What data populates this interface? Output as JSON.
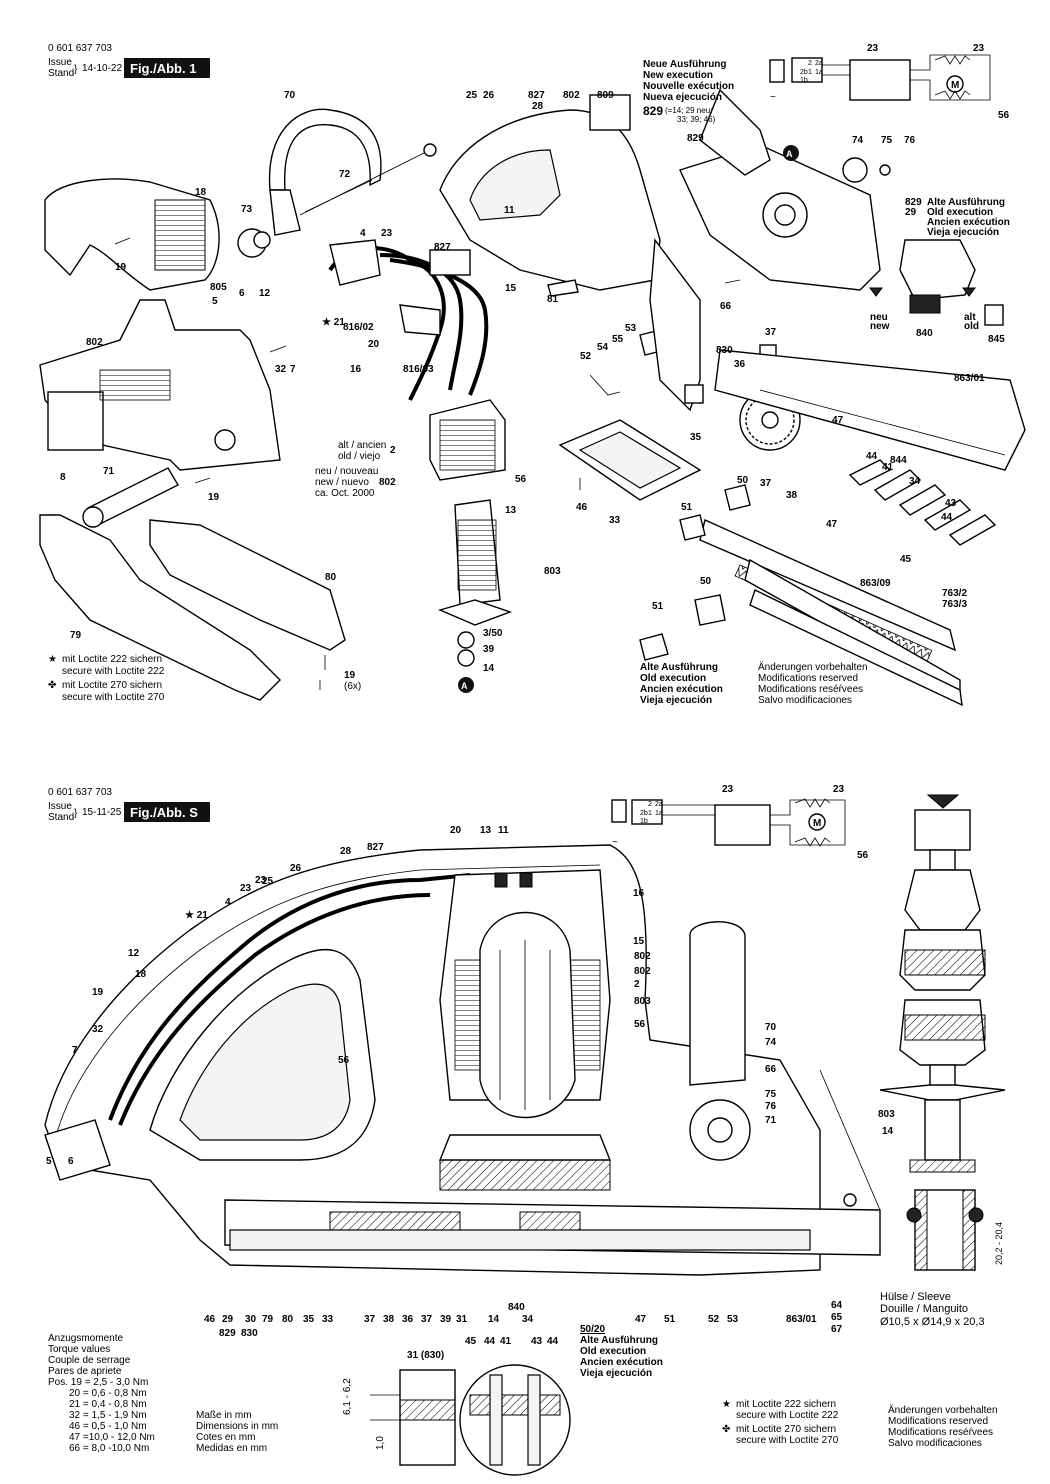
{
  "sheet1": {
    "part_number": "0 601 637 703",
    "issue_label": "Issue",
    "stand_label": "Stand",
    "issue_date": "14-10-22",
    "fig_label": "Fig./Abb. 1"
  },
  "sheet2": {
    "part_number": "0 601 637 703",
    "issue_label": "Issue",
    "stand_label": "Stand",
    "issue_date": "15-11-25",
    "fig_label": "Fig./Abb. S"
  },
  "new_execution": {
    "de": "Neue Ausführung",
    "en": "New execution",
    "fr": "Nouvelle exécution",
    "es": "Nueva ejecución",
    "ref_829": "829",
    "ref_829_note1": "(=14; 29 neu;",
    "ref_829_note2": "33; 39; 46)"
  },
  "old_execution_top": {
    "num1": "829",
    "num2": "29",
    "de": "Alte Ausführung",
    "en": "Old execution",
    "fr": "Ancien exécution",
    "es": "Vieja ejecución"
  },
  "old_execution_bottom": {
    "de": "Alte Ausführung",
    "en": "Old execution",
    "fr": "Ancien exécution",
    "es": "Vieja ejecución"
  },
  "old_execution_sheet2": {
    "ref": "50/20",
    "de": "Alte Ausführung",
    "en": "Old execution",
    "fr": "Ancien exécution",
    "es": "Vieja ejecución"
  },
  "stator_labels": {
    "alt": "alt / ancien",
    "old": "old / viejo",
    "neu": "neu / nouveau",
    "new": "new / nuevo",
    "date": "ca. Oct. 2000"
  },
  "neu_new": {
    "a": "neu",
    "b": "new"
  },
  "alt_old": {
    "a": "alt",
    "b": "old"
  },
  "loctite1": {
    "l222a": "mit Loctite 222 sichern",
    "l222b": "secure with Loctite 222",
    "l270a": "mit Loctite 270 sichern",
    "l270b": "secure with Loctite 270"
  },
  "loctite2": {
    "l222a": "mit Loctite 222 sichern",
    "l222b": "secure with Loctite 222",
    "l270a": "mit Loctite 270 sichern",
    "l270b": "secure with Loctite 270"
  },
  "changes1": {
    "de": "Änderungen vorbehalten",
    "en": "Modifications reserved",
    "fr": "Modifications reséŕvees",
    "es": "Salvo modificaciones"
  },
  "changes2": {
    "de": "Änderungen vorbehalten",
    "en": "Modifications reserved",
    "fr": "Modifications reséŕvees",
    "es": "Salvo modificaciones"
  },
  "torque": {
    "title_de": "Anzugsmomente",
    "title_en": "Torque values",
    "title_fr": "Couple de serrage",
    "title_es": "Pares de apriete",
    "rows": [
      "Pos. 19  = 2,5 -  3,0 Nm",
      "20  = 0,6 -  0,8 Nm",
      "21  = 0,4 -  0,8 Nm",
      "32  = 1,5 -  1,9 Nm",
      "46  = 0,5 -  1,0 Nm",
      "47  =10,0 - 12,0 Nm",
      "66  = 8,0 -10,0 Nm"
    ]
  },
  "dimensions": {
    "de": "Maße in mm",
    "en": "Dimensions in mm",
    "fr": "Cotes en mm",
    "es": "Medidas en mm",
    "dim1": "6,1 - 6,2",
    "dim2": "1,0",
    "ref31": "31 (830)"
  },
  "sleeve": {
    "de": "Hülse / Sleeve",
    "fr": "Douille / Manguito",
    "size": "Ø10,5 x Ø14,9 x 20,3",
    "dim": "20,2 - 20,4"
  },
  "x6": "(6x)",
  "circle_a": "A",
  "labels_top": [
    "70",
    "72",
    "73",
    "18",
    "19",
    "25",
    "26",
    "827",
    "28",
    "802",
    "809",
    "11",
    "23",
    "4",
    "827",
    "12",
    "6",
    "805",
    "5",
    "21",
    "816/02",
    "20",
    "816/03",
    "16",
    "32",
    "7",
    "802",
    "8",
    "71",
    "19",
    "80",
    "79",
    "19",
    "2",
    "802",
    "13",
    "803",
    "3/50",
    "39",
    "14",
    "15",
    "81",
    "53",
    "55",
    "54",
    "52",
    "56",
    "46",
    "33",
    "829",
    "74",
    "75",
    "76",
    "66",
    "37",
    "830",
    "36",
    "35",
    "47",
    "863/01",
    "38",
    "37",
    "844",
    "44",
    "41",
    "34",
    "43",
    "44",
    "45",
    "50",
    "47",
    "51",
    "863/09",
    "763/2",
    "763/3",
    "50",
    "51",
    "840",
    "845",
    "23",
    "23",
    "56"
  ],
  "labels_bottom": [
    "23",
    "23",
    "56",
    "20",
    "13",
    "11",
    "28",
    "827",
    "26",
    "25",
    "23",
    "23",
    "21",
    "4",
    "12",
    "18",
    "19",
    "32",
    "7",
    "5",
    "6",
    "16",
    "15",
    "802",
    "802",
    "2",
    "803",
    "56",
    "56",
    "70",
    "74",
    "66",
    "75",
    "76",
    "71",
    "803",
    "14",
    "46",
    "29",
    "829",
    "30",
    "830",
    "79",
    "80",
    "35",
    "33",
    "37",
    "38",
    "36",
    "37",
    "39",
    "31",
    "14",
    "840",
    "34",
    "47",
    "51",
    "52",
    "53",
    "863/01",
    "64",
    "65",
    "67",
    "45",
    "44",
    "41",
    "43",
    "44"
  ],
  "schematic": {
    "m": "M",
    "t2": "2",
    "t2a": "2a",
    "t2b": "2b",
    "t1": "1",
    "t1a": "1a",
    "t1b": "1b"
  }
}
